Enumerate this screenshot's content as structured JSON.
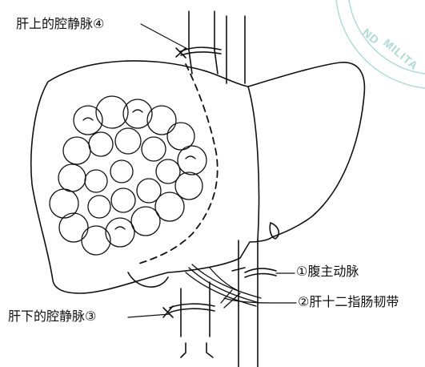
{
  "labels": {
    "suprahepatic_ivc": "肝上的腔静脉④",
    "celiac_artery": "①腹主动脉",
    "hepatoduodenal_ligament": "②肝十二指肠韧带",
    "infrahepatic_ivc": "肝下的腔静脉③"
  },
  "stamp": {
    "line1": "ND",
    "line2": "MILITA"
  },
  "colors": {
    "ink": "#111111",
    "stamp": "#a9dcd6"
  }
}
